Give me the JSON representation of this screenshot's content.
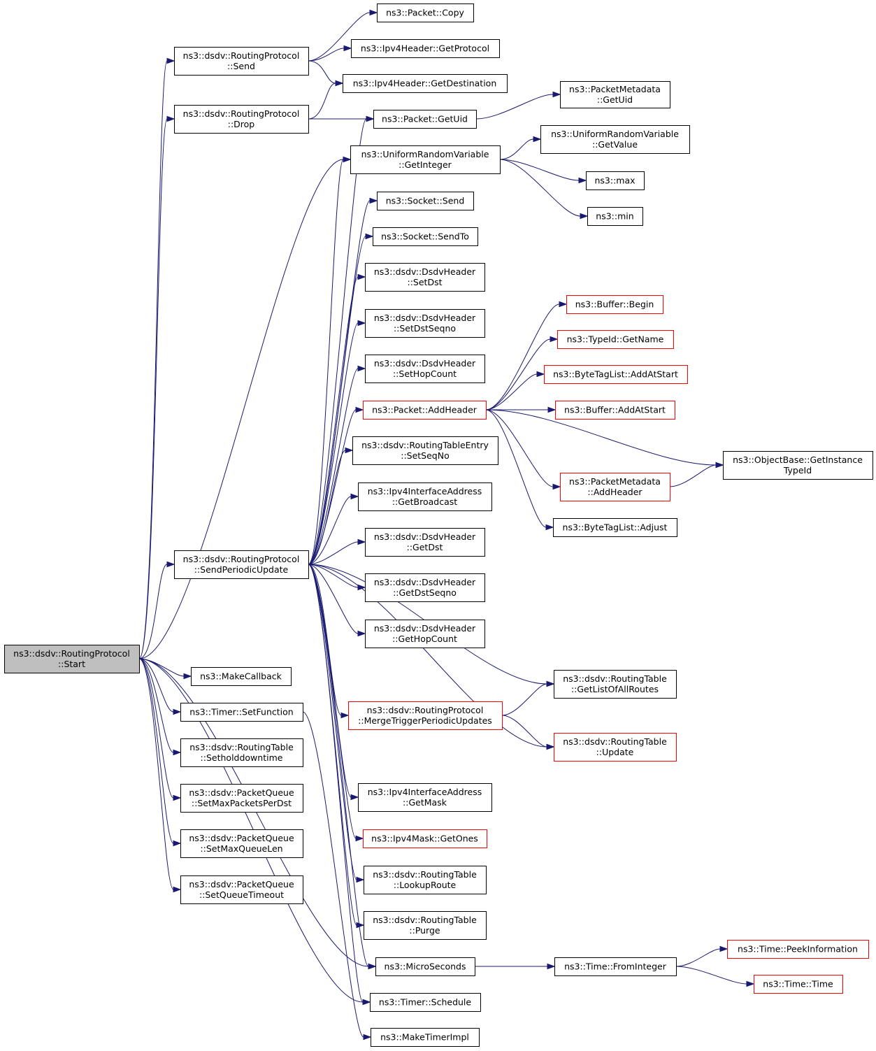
{
  "colors": {
    "edge": "#191970",
    "border_normal": "#000000",
    "border_truncated": "#ff0000",
    "root_fill": "#bfbfbf",
    "node_fill": "#ffffff"
  },
  "nodes": {
    "start": {
      "lines": [
        "ns3::dsdv::RoutingProtocol",
        "::Start"
      ],
      "root": true
    },
    "send": {
      "lines": [
        "ns3::dsdv::RoutingProtocol",
        "::Send"
      ]
    },
    "drop": {
      "lines": [
        "ns3::dsdv::RoutingProtocol",
        "::Drop"
      ]
    },
    "spu": {
      "lines": [
        "ns3::dsdv::RoutingProtocol",
        "::SendPeriodicUpdate"
      ]
    },
    "mkcb": {
      "lines": [
        "ns3::MakeCallback"
      ]
    },
    "setfn": {
      "lines": [
        "ns3::Timer::SetFunction"
      ]
    },
    "hold": {
      "lines": [
        "ns3::dsdv::RoutingTable",
        "::Setholddowntime"
      ]
    },
    "maxpd": {
      "lines": [
        "ns3::dsdv::PacketQueue",
        "::SetMaxPacketsPerDst"
      ]
    },
    "maxql": {
      "lines": [
        "ns3::dsdv::PacketQueue",
        "::SetMaxQueueLen"
      ]
    },
    "qto": {
      "lines": [
        "ns3::dsdv::PacketQueue",
        "::SetQueueTimeout"
      ]
    },
    "pcopy": {
      "lines": [
        "ns3::Packet::Copy"
      ]
    },
    "getproto": {
      "lines": [
        "ns3::Ipv4Header::GetProtocol"
      ]
    },
    "getdest": {
      "lines": [
        "ns3::Ipv4Header::GetDestination"
      ]
    },
    "getuid": {
      "lines": [
        "ns3::Packet::GetUid"
      ]
    },
    "urvint": {
      "lines": [
        "ns3::UniformRandomVariable",
        "::GetInteger"
      ]
    },
    "ssend": {
      "lines": [
        "ns3::Socket::Send"
      ]
    },
    "ssendto": {
      "lines": [
        "ns3::Socket::SendTo"
      ]
    },
    "setdst": {
      "lines": [
        "ns3::dsdv::DsdvHeader",
        "::SetDst"
      ]
    },
    "setdstseq": {
      "lines": [
        "ns3::dsdv::DsdvHeader",
        "::SetDstSeqno"
      ]
    },
    "sethop": {
      "lines": [
        "ns3::dsdv::DsdvHeader",
        "::SetHopCount"
      ]
    },
    "addhdr": {
      "lines": [
        "ns3::Packet::AddHeader"
      ],
      "truncated": true
    },
    "rteseq": {
      "lines": [
        "ns3::dsdv::RoutingTableEntry",
        "::SetSeqNo"
      ]
    },
    "bcast": {
      "lines": [
        "ns3::Ipv4InterfaceAddress",
        "::GetBroadcast"
      ]
    },
    "getdst": {
      "lines": [
        "ns3::dsdv::DsdvHeader",
        "::GetDst"
      ]
    },
    "getdstseq": {
      "lines": [
        "ns3::dsdv::DsdvHeader",
        "::GetDstSeqno"
      ]
    },
    "gethop": {
      "lines": [
        "ns3::dsdv::DsdvHeader",
        "::GetHopCount"
      ]
    },
    "listall": {
      "lines": [
        "ns3::dsdv::RoutingTable",
        "::GetListOfAllRoutes"
      ]
    },
    "merge": {
      "lines": [
        "ns3::dsdv::RoutingProtocol",
        "::MergeTriggerPeriodicUpdates"
      ],
      "truncated": true
    },
    "update": {
      "lines": [
        "ns3::dsdv::RoutingTable",
        "::Update"
      ],
      "truncated": true
    },
    "getmask": {
      "lines": [
        "ns3::Ipv4InterfaceAddress",
        "::GetMask"
      ]
    },
    "getones": {
      "lines": [
        "ns3::Ipv4Mask::GetOnes"
      ],
      "truncated": true
    },
    "lookup": {
      "lines": [
        "ns3::dsdv::RoutingTable",
        "::LookupRoute"
      ]
    },
    "purge": {
      "lines": [
        "ns3::dsdv::RoutingTable",
        "::Purge"
      ]
    },
    "micro": {
      "lines": [
        "ns3::MicroSeconds"
      ]
    },
    "sched": {
      "lines": [
        "ns3::Timer::Schedule"
      ]
    },
    "mktimer": {
      "lines": [
        "ns3::MakeTimerImpl"
      ]
    },
    "pmuid": {
      "lines": [
        "ns3::PacketMetadata",
        "::GetUid"
      ]
    },
    "urvval": {
      "lines": [
        "ns3::UniformRandomVariable",
        "::GetValue"
      ]
    },
    "max": {
      "lines": [
        "ns3::max"
      ]
    },
    "min": {
      "lines": [
        "ns3::min"
      ]
    },
    "bufbegin": {
      "lines": [
        "ns3::Buffer::Begin"
      ],
      "truncated": true
    },
    "tidname": {
      "lines": [
        "ns3::TypeId::GetName"
      ],
      "truncated": true
    },
    "btlstart": {
      "lines": [
        "ns3::ByteTagList::AddAtStart"
      ],
      "truncated": true
    },
    "bufstart": {
      "lines": [
        "ns3::Buffer::AddAtStart"
      ],
      "truncated": true
    },
    "objtid": {
      "lines": [
        "ns3::ObjectBase::GetInstance",
        "TypeId"
      ]
    },
    "pmadd": {
      "lines": [
        "ns3::PacketMetadata",
        "::AddHeader"
      ],
      "truncated": true
    },
    "btladj": {
      "lines": [
        "ns3::ByteTagList::Adjust"
      ]
    },
    "fromint": {
      "lines": [
        "ns3::Time::FromInteger"
      ]
    },
    "peek": {
      "lines": [
        "ns3::Time::PeekInformation"
      ],
      "truncated": true
    },
    "time": {
      "lines": [
        "ns3::Time::Time"
      ],
      "truncated": true
    }
  },
  "edges": [
    [
      "start",
      "send"
    ],
    [
      "start",
      "drop"
    ],
    [
      "start",
      "urvint"
    ],
    [
      "start",
      "spu"
    ],
    [
      "start",
      "mkcb"
    ],
    [
      "start",
      "setfn"
    ],
    [
      "start",
      "hold"
    ],
    [
      "start",
      "maxpd"
    ],
    [
      "start",
      "maxql"
    ],
    [
      "start",
      "qto"
    ],
    [
      "start",
      "micro"
    ],
    [
      "start",
      "sched"
    ],
    [
      "send",
      "pcopy"
    ],
    [
      "send",
      "getproto"
    ],
    [
      "send",
      "getdest"
    ],
    [
      "drop",
      "getdest"
    ],
    [
      "drop",
      "getuid"
    ],
    [
      "getuid",
      "pmuid"
    ],
    [
      "urvint",
      "urvval"
    ],
    [
      "urvint",
      "max"
    ],
    [
      "urvint",
      "min"
    ],
    [
      "spu",
      "getuid"
    ],
    [
      "spu",
      "urvint"
    ],
    [
      "spu",
      "ssend"
    ],
    [
      "spu",
      "ssendto"
    ],
    [
      "spu",
      "setdst"
    ],
    [
      "spu",
      "setdstseq"
    ],
    [
      "spu",
      "sethop"
    ],
    [
      "spu",
      "addhdr"
    ],
    [
      "spu",
      "rteseq"
    ],
    [
      "spu",
      "bcast"
    ],
    [
      "spu",
      "getdst"
    ],
    [
      "spu",
      "getdstseq"
    ],
    [
      "spu",
      "gethop"
    ],
    [
      "spu",
      "listall"
    ],
    [
      "spu",
      "merge"
    ],
    [
      "spu",
      "update"
    ],
    [
      "spu",
      "getmask"
    ],
    [
      "spu",
      "getones"
    ],
    [
      "spu",
      "lookup"
    ],
    [
      "spu",
      "purge"
    ],
    [
      "spu",
      "micro"
    ],
    [
      "spu",
      "sched"
    ],
    [
      "setfn",
      "mktimer"
    ],
    [
      "addhdr",
      "bufbegin"
    ],
    [
      "addhdr",
      "tidname"
    ],
    [
      "addhdr",
      "btlstart"
    ],
    [
      "addhdr",
      "bufstart"
    ],
    [
      "addhdr",
      "objtid"
    ],
    [
      "addhdr",
      "pmadd"
    ],
    [
      "addhdr",
      "btladj"
    ],
    [
      "pmadd",
      "objtid"
    ],
    [
      "merge",
      "listall"
    ],
    [
      "merge",
      "update"
    ],
    [
      "micro",
      "fromint"
    ],
    [
      "fromint",
      "peek"
    ],
    [
      "fromint",
      "time"
    ]
  ]
}
